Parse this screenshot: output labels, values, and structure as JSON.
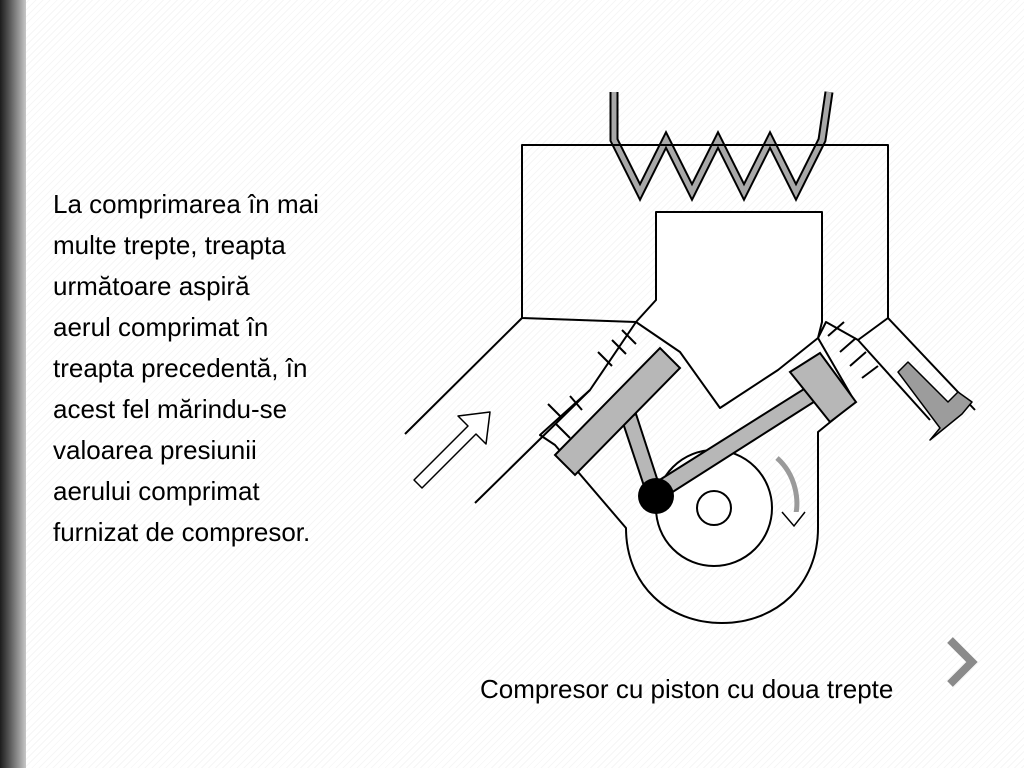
{
  "slide": {
    "body_lines": [
      "La comprimarea în mai",
      "multe trepte, treapta",
      "următoare aspiră",
      "aerul comprimat în",
      "treapta precedentă, în",
      "acest fel mărindu-se",
      "valoarea presiunii",
      "aerului comprimat",
      "furnizat de compresor."
    ],
    "caption": "Compresor cu piston cu doua trepte"
  },
  "colors": {
    "piston_fill": "#b7b7b7",
    "arrow_out_fill": "#9c9c9c",
    "stroke": "#000000",
    "chevron": "#8a8a8a"
  },
  "icons": {
    "next": "chevron-right-icon"
  }
}
